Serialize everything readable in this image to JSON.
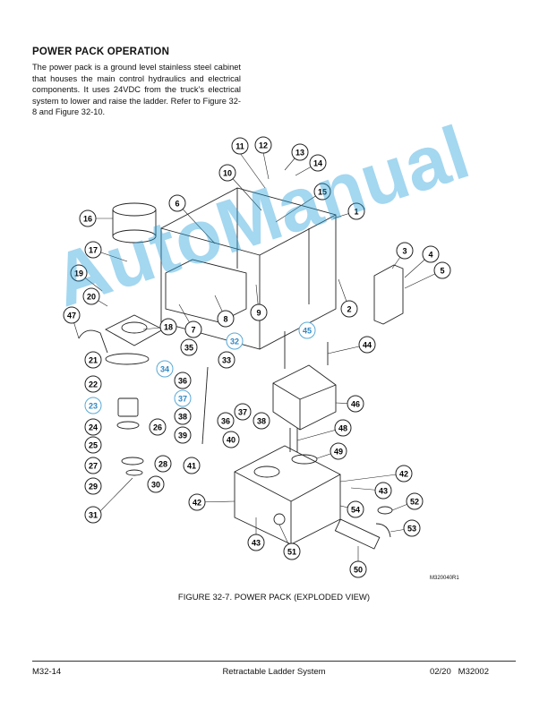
{
  "section": {
    "heading": "POWER PACK OPERATION",
    "paragraph": "The power pack is a ground level stainless steel cabinet that houses the main control hydraulics and electrical components. It uses 24VDC from the truck’s electrical system to lower and raise the ladder. Refer to Figure 32-8 and Figure 32-10."
  },
  "figure": {
    "caption": "FIGURE 32-7. POWER PACK (EXPLODED VIEW)",
    "drawing_id": "M320040R1",
    "callouts": [
      "1",
      "2",
      "3",
      "4",
      "5",
      "6",
      "7",
      "8",
      "9",
      "10",
      "11",
      "12",
      "13",
      "14",
      "15",
      "16",
      "17",
      "18",
      "19",
      "20",
      "21",
      "22",
      "23",
      "24",
      "25",
      "26",
      "27",
      "28",
      "29",
      "30",
      "31",
      "32",
      "33",
      "34",
      "35",
      "36",
      "36",
      "37",
      "37",
      "38",
      "38",
      "39",
      "40",
      "41",
      "42",
      "42",
      "43",
      "43",
      "44",
      "45",
      "46",
      "47",
      "48",
      "49",
      "50",
      "51",
      "52",
      "53",
      "54"
    ]
  },
  "watermark": "AutoManual",
  "footer": {
    "left": "M32-14",
    "center": "Retractable Ladder System",
    "right": "02/20   M32002"
  },
  "colors": {
    "text": "#111111",
    "callout_blue": "#5aa9d6",
    "watermark": "#26a0dc"
  }
}
